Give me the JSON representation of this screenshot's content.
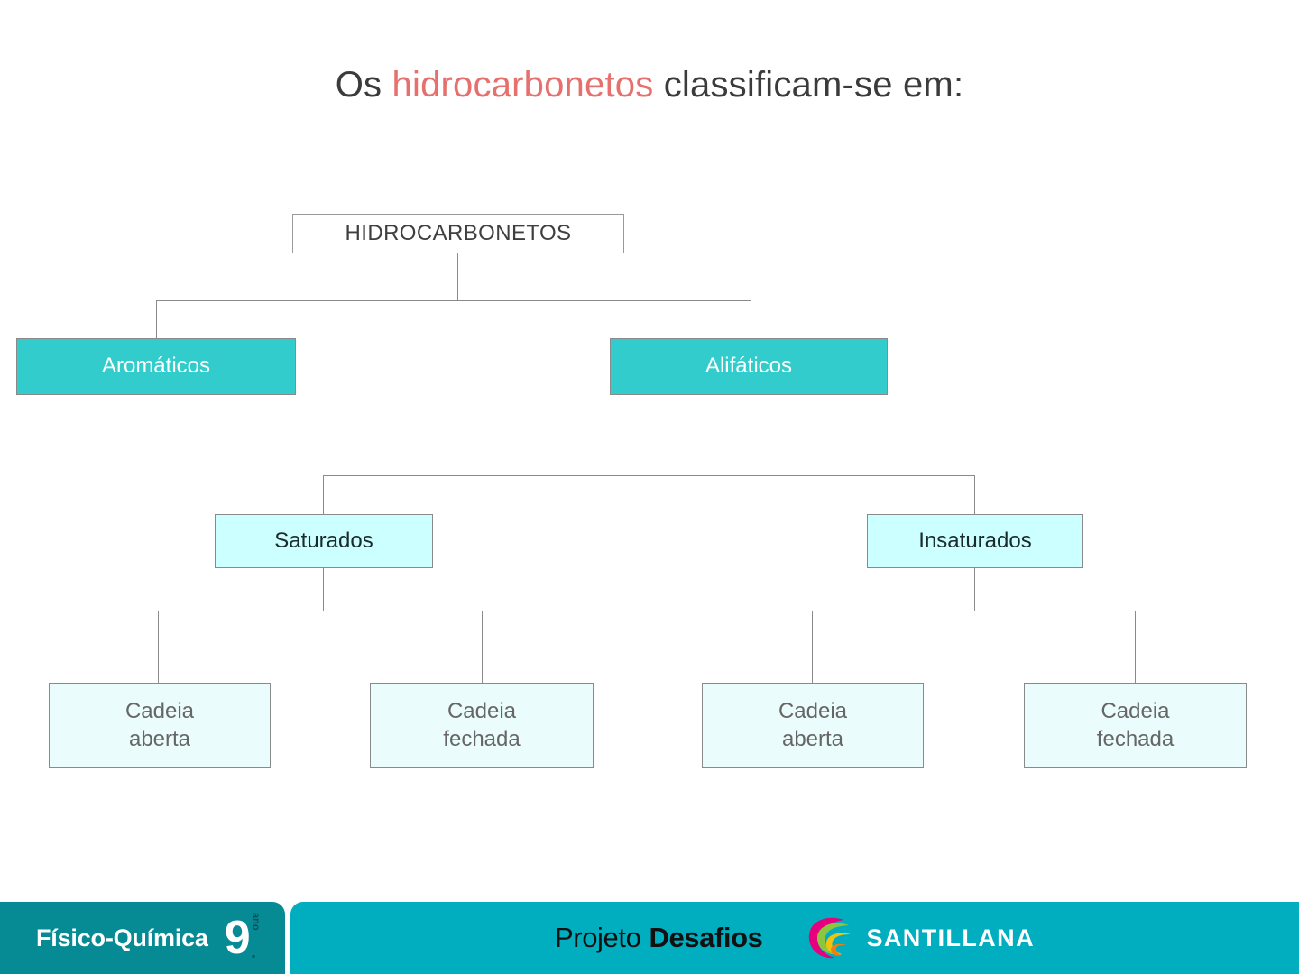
{
  "slide": {
    "title": {
      "before": "Os ",
      "highlight": "hidrocarbonetos",
      "after": " classificam-se em:",
      "highlight_color": "#e5706e",
      "text_color": "#3b3b3b"
    }
  },
  "diagram": {
    "type": "hierarchy",
    "root": {
      "label": "HIDROCARBONETOS",
      "fill": "#ffffff",
      "text": "#3f3f3f"
    },
    "level2": [
      {
        "label": "Aromáticos",
        "fill": "#33cccc",
        "text": "#ffffff"
      },
      {
        "label": "Alifáticos",
        "fill": "#33cccc",
        "text": "#ffffff"
      }
    ],
    "level3": [
      {
        "label": "Saturados",
        "fill": "#ccffff",
        "text": "#1b2b2b"
      },
      {
        "label": "Insaturados",
        "fill": "#ccffff",
        "text": "#1b2b2b"
      }
    ],
    "level4": [
      {
        "line1": "Cadeia",
        "line2": "aberta",
        "fill": "#eafcfb",
        "text": "#666666"
      },
      {
        "line1": "Cadeia",
        "line2": "fechada",
        "fill": "#eafcfb",
        "text": "#666666"
      },
      {
        "line1": "Cadeia",
        "line2": "aberta",
        "fill": "#eafcfb",
        "text": "#666666"
      },
      {
        "line1": "Cadeia",
        "line2": "fechada",
        "fill": "#eafcfb",
        "text": "#666666"
      }
    ],
    "connector_color": "#8a8a8a"
  },
  "footer": {
    "left_panel_color": "#068b95",
    "right_panel_color": "#00aec0",
    "course": "Físico-Química",
    "year_number": "9",
    "year_suffix": "ano",
    "year_dot": ".",
    "projeto_word": "Projeto",
    "projeto_brand": "Desafios",
    "publisher": "SANTILLANA",
    "logo_colors": {
      "magenta": "#e6007e",
      "green": "#8cc63f",
      "yellow": "#f4c20d",
      "orange": "#f07f13"
    }
  }
}
